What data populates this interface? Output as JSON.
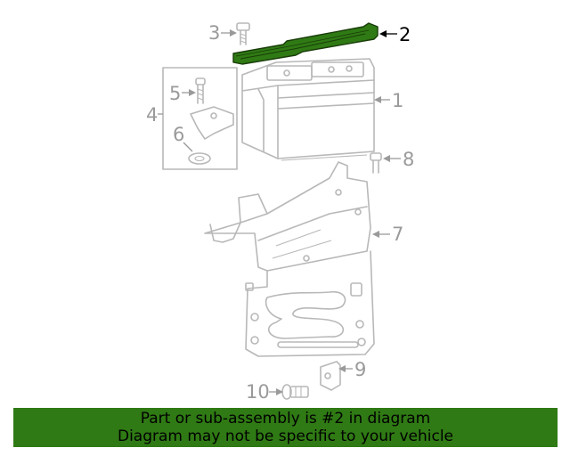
{
  "diagram": {
    "highlight_color": "#2f7a14",
    "part_color": "#b8b8b8",
    "callouts": {
      "c1": "1",
      "c2": "2",
      "c3": "3",
      "c4": "4",
      "c5": "5",
      "c6": "6",
      "c7": "7",
      "c8": "8",
      "c9": "9",
      "c10": "10"
    },
    "highlighted_part": "2"
  },
  "banner": {
    "line1": "Part or sub-assembly is #2 in diagram",
    "line2": "Diagram may not be specific to your vehicle",
    "background": "#2f7a14"
  }
}
